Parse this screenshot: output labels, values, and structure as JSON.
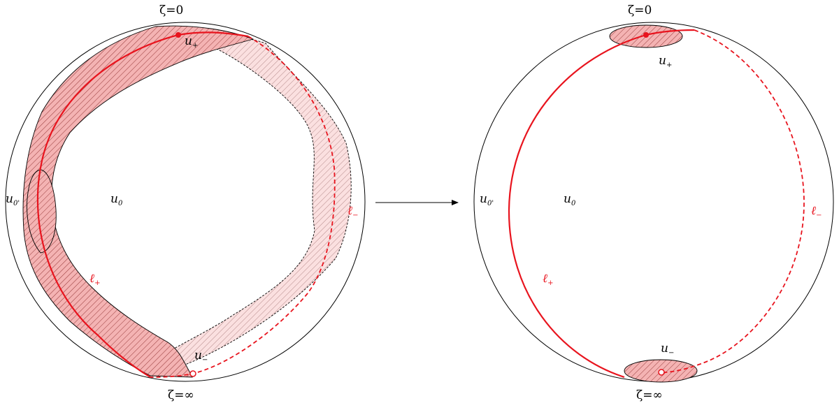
{
  "colors": {
    "curve": "#e8141e",
    "fill": "#f4b3b3",
    "fill_light": "#fbe0e0",
    "stroke": "#000000"
  },
  "left": {
    "zeta_top": "ζ=0",
    "zeta_bottom": "ζ=∞",
    "u_plus": "u",
    "u_plus_sub": "+",
    "u_minus": "u",
    "u_minus_sub": "−",
    "u_zero": "u",
    "u_zero_sub": "0",
    "u_zero_prime": "u",
    "u_zero_prime_sub": "0'",
    "l_plus": "ℓ",
    "l_plus_sub": "+",
    "l_minus": "ℓ",
    "l_minus_sub": "−"
  },
  "right": {
    "zeta_top": "ζ=0",
    "zeta_bottom": "ζ=∞",
    "u_plus": "u",
    "u_plus_sub": "+",
    "u_minus": "u",
    "u_minus_sub": "−",
    "u_zero": "u",
    "u_zero_sub": "0",
    "u_zero_prime": "u",
    "u_zero_prime_sub": "0'",
    "l_plus": "ℓ",
    "l_plus_sub": "+",
    "l_minus": "ℓ",
    "l_minus_sub": "−"
  }
}
